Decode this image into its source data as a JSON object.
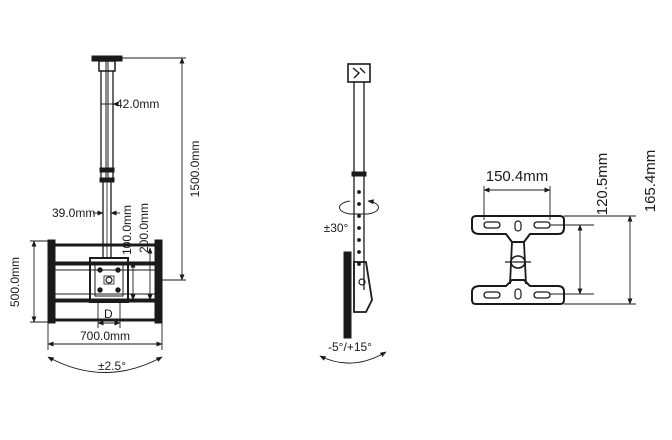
{
  "front_view": {
    "dims": {
      "pole_offset": "42.0mm",
      "height": "1500.0mm",
      "bracket_width": "39.0mm",
      "vesa_small": "100.0mm",
      "vesa_large": "200.0mm",
      "frame_height": "500.0mm",
      "d_label": "D",
      "frame_width": "700.0mm"
    },
    "rotation": "±2.5°"
  },
  "side_view": {
    "swivel": "±30°",
    "tilt": "-5°/+15°"
  },
  "plate_view": {
    "width": "150.4mm",
    "hole_spacing": "120.5mm",
    "height": "165.4mm"
  }
}
